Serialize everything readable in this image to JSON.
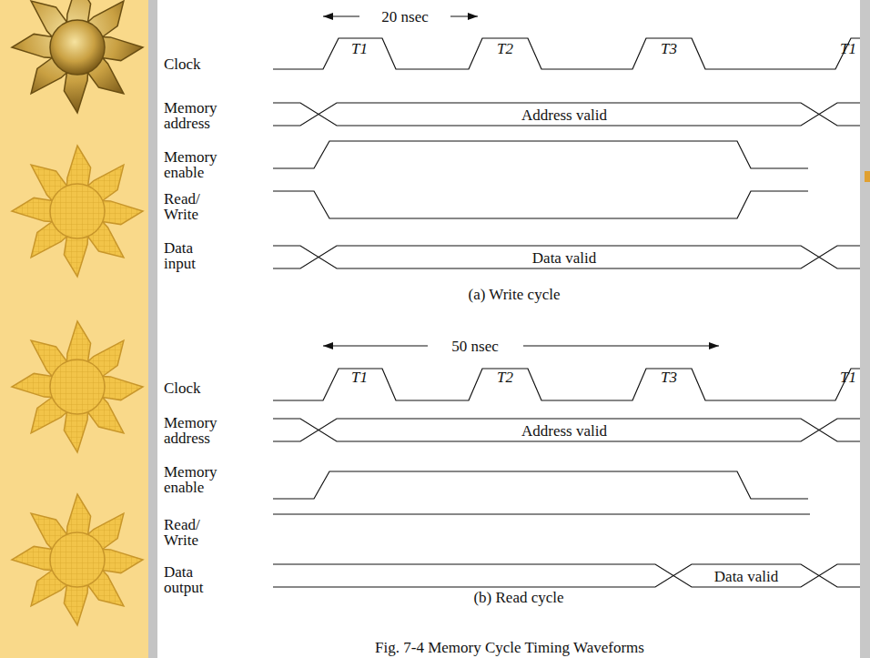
{
  "diagram": {
    "caption": "Fig. 7-4  Memory Cycle Timing Waveforms",
    "labels": [
      "20 nsec",
      "Clock",
      "T1",
      "T2",
      "T3",
      "T1",
      "Memory address",
      "Address valid",
      "Memory enable",
      "Read/ Write",
      "Data input",
      "Data valid",
      "(a) Write cycle",
      "50 nsec",
      "Clock",
      "T1",
      "T2",
      "T3",
      "T1",
      "Memory address",
      "Address valid",
      "Memory enable",
      "Read/ Write",
      "Data output",
      "Data valid",
      "(b) Read cycle"
    ]
  }
}
